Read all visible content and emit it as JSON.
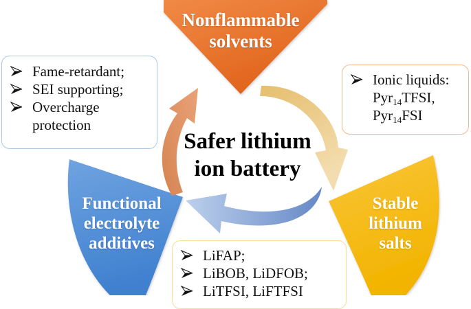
{
  "center": {
    "title_line1": "Safer lithium",
    "title_line2": "ion battery"
  },
  "categories": [
    {
      "id": "solvents",
      "line1": "Nonflammable",
      "line2": "solvents",
      "color": "#E8732A"
    },
    {
      "id": "salts",
      "line1": "Stable",
      "line2": "lithium",
      "line3": "salts",
      "color": "#F6BA12"
    },
    {
      "id": "additives",
      "line1": "Functional",
      "line2": "electrolyte",
      "line3": "additives",
      "color": "#5592D8"
    }
  ],
  "boxes": {
    "additives": {
      "border_color": "#A9C8E6",
      "items": [
        "Fame-retardant;",
        "SEI supporting;",
        "Overcharge"
      ],
      "continuation": "protection"
    },
    "solvents": {
      "border_color": "#F2B98E",
      "item": "Ionic liquids:",
      "line2_prefix": "Pyr",
      "line2_sub": "14",
      "line2_suffix": "TFSI,",
      "line3_prefix": "Pyr",
      "line3_sub": "14",
      "line3_suffix": "FSI"
    },
    "salts": {
      "border_color": "#F7DE93",
      "items": [
        "LiFAP;",
        "LiBOB, LiDFOB;",
        "LiTFSI, LiFTFSI"
      ]
    }
  },
  "arrows": [
    {
      "id": "arrow-to-solvents",
      "color": "#DE8A57"
    },
    {
      "id": "arrow-to-salts",
      "color": "#EBC77D"
    },
    {
      "id": "arrow-to-additives",
      "color": "#7E9CD0"
    }
  ]
}
